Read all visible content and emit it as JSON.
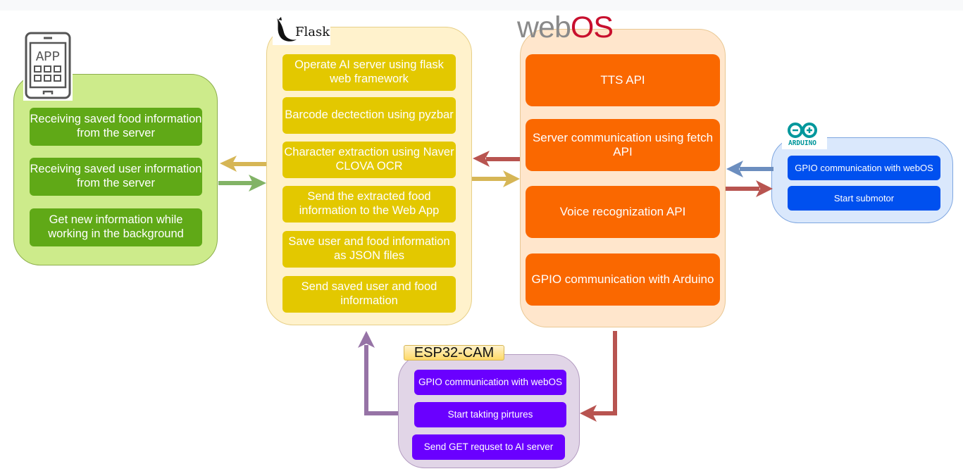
{
  "app": {
    "icon": "tablet-app-icon",
    "icon_text": "APP",
    "items": [
      {
        "label": "Receiving saved food information from the server"
      },
      {
        "label": "Receiving saved user information from the server"
      },
      {
        "label": "Get new information while working in the background"
      }
    ],
    "colors": {
      "group_bg": "#cdeb8b",
      "item_bg": "#60a917"
    }
  },
  "flask": {
    "logo_text": "Flask",
    "items": [
      {
        "label": "Operate AI server using flask web framework"
      },
      {
        "label": "Barcode dectection using pyzbar"
      },
      {
        "label": "Character extraction using Naver CLOVA OCR"
      },
      {
        "label": "Send the extracted food information to the Web App"
      },
      {
        "label": "Save user and food information as JSON files"
      },
      {
        "label": "Send saved user and food information"
      }
    ],
    "colors": {
      "group_bg": "#fff2cc",
      "item_bg": "#e3c800"
    }
  },
  "webos": {
    "logo_text_1": "web",
    "logo_text_2": "OS",
    "items": [
      {
        "label": "TTS API"
      },
      {
        "label": "Server communication using fetch API"
      },
      {
        "label": "Voice recognization API"
      },
      {
        "label": "GPIO communication with Arduino"
      }
    ],
    "colors": {
      "group_bg": "#ffe6cc",
      "item_bg": "#fa6800",
      "logo_gray": "#8a8a8a",
      "logo_red": "#c8102e"
    }
  },
  "arduino": {
    "logo_text": "ARDUINO",
    "items": [
      {
        "label": "GPIO communication with webOS"
      },
      {
        "label": "Start submotor"
      }
    ],
    "colors": {
      "group_bg": "#dae8fc",
      "item_bg": "#0050ef",
      "logo": "#00979c"
    }
  },
  "esp32": {
    "title": "ESP32-CAM",
    "items": [
      {
        "label": "GPIO communication with webOS"
      },
      {
        "label": "Start takting pirtures"
      },
      {
        "label": "Send GET requset to AI server"
      }
    ],
    "colors": {
      "group_bg": "#e1d5e7",
      "item_bg": "#6a00ff"
    }
  },
  "arrows": [
    {
      "from": "flask",
      "to": "app",
      "color": "#d6b656"
    },
    {
      "from": "app",
      "to": "flask",
      "color": "#82b366"
    },
    {
      "from": "webos",
      "to": "flask",
      "color": "#b85450"
    },
    {
      "from": "flask",
      "to": "webos",
      "color": "#d6b656"
    },
    {
      "from": "arduino",
      "to": "webos",
      "color": "#6c8ebf"
    },
    {
      "from": "webos",
      "to": "arduino",
      "color": "#b85450"
    },
    {
      "from": "webos",
      "to": "esp32",
      "color": "#b85450"
    },
    {
      "from": "esp32",
      "to": "flask",
      "color": "#9673a6"
    }
  ]
}
